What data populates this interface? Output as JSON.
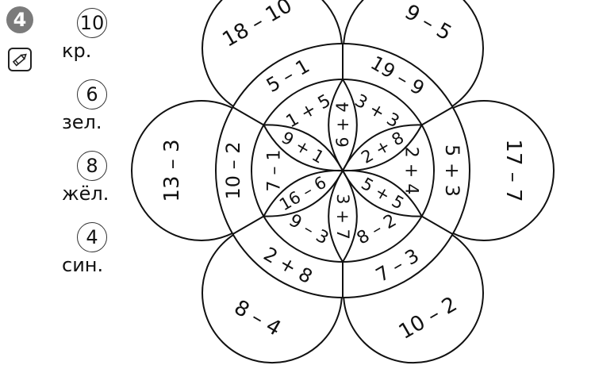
{
  "task": {
    "number": "4"
  },
  "legend": [
    {
      "number": "10",
      "label": "кр."
    },
    {
      "number": "6",
      "label": "зел."
    },
    {
      "number": "8",
      "label": "жёл."
    },
    {
      "number": "4",
      "label": "син."
    }
  ],
  "flower": {
    "outer_petals": [
      {
        "text": "18 – 10"
      },
      {
        "text": "9 – 5"
      },
      {
        "text": "17 – 7"
      },
      {
        "text": "10 – 2"
      },
      {
        "text": "8 – 4"
      },
      {
        "text": "13 – 3"
      }
    ],
    "ring_segments": [
      {
        "text": "5 – 1"
      },
      {
        "text": "19 – 9"
      },
      {
        "text": "5 + 3"
      },
      {
        "text": "7 – 3"
      },
      {
        "text": "2 + 8"
      },
      {
        "text": "10 – 2"
      }
    ],
    "sectors": [
      {
        "text": "7 – 1"
      },
      {
        "text": "1 + 5"
      },
      {
        "text": "3 + 3"
      },
      {
        "text": "2 + 4"
      },
      {
        "text": "8 – 2"
      },
      {
        "text": "9 – 3"
      }
    ],
    "inner_petals": [
      {
        "text": "6 + 4"
      },
      {
        "text": "2 + 8"
      },
      {
        "text": "5 + 5"
      },
      {
        "text": "3 + 7"
      },
      {
        "text": "16 – 6"
      },
      {
        "text": "9 + 1"
      }
    ]
  }
}
